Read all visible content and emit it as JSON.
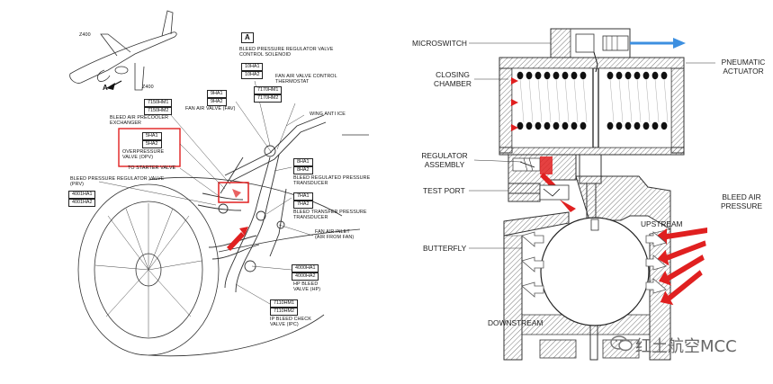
{
  "left_diagram": {
    "zone_labels": [
      "Z400",
      "Z400"
    ],
    "view_arrow": "A",
    "view_box": "A",
    "components": [
      {
        "id": "blrv_sol",
        "codes": [
          "10HA1",
          "10HA2"
        ],
        "name": "BLEED PRESSURE REGULATOR VALVE CONTROL SOLENOID"
      },
      {
        "id": "fav_thermo",
        "codes": [
          "7170HM1",
          "7170HM2"
        ],
        "name": "FAN AIR VALVE CONTROL THERMOSTAT"
      },
      {
        "id": "fav",
        "codes": [
          "9HA1",
          "9HA2"
        ],
        "name": "FAN AIR VALVE (FAV)"
      },
      {
        "id": "precooler",
        "codes": [
          "7150HM1",
          "7150HM2"
        ],
        "name": "BLEED AIR PRECOOLER EXCHANGER"
      },
      {
        "id": "opv",
        "codes": [
          "5HA1",
          "5HA2"
        ],
        "name": "OVERPRESSURE VALVE (OPV)"
      },
      {
        "id": "wing_anti_ice",
        "codes": [],
        "name": "WING ANTI ICE"
      },
      {
        "id": "to_starter",
        "codes": [],
        "name": "TO STARTER VALVE"
      },
      {
        "id": "reg_press_td",
        "codes": [
          "8HA1",
          "8HA2"
        ],
        "name": "BLEED REGULATED PRESSURE TRANSDUCER"
      },
      {
        "id": "prv",
        "codes": [
          "4001HA1",
          "4001HA2"
        ],
        "name": "BLEED PRESSURE REGULATOR VALVE (PRV)"
      },
      {
        "id": "xfer_td",
        "codes": [
          "7HA1",
          "7HA2"
        ],
        "name": "BLEED TRANSFER PRESSURE TRANSDUCER"
      },
      {
        "id": "fan_inlet",
        "codes": [],
        "name": "FAN AIR INLET (AIR FROM FAN)"
      },
      {
        "id": "hp_valve",
        "codes": [
          "4000HA1",
          "4000HA2"
        ],
        "name": "HP BLEED VALVE (HP)"
      },
      {
        "id": "ipc",
        "codes": [
          "7110HM1",
          "7110HM2"
        ],
        "name": "IP BLEED CHECK VALVE (IPC)"
      }
    ]
  },
  "right_diagram": {
    "labels": {
      "microswitch": "MICROSWITCH",
      "closing_chamber": "CLOSING CHAMBER",
      "regulator_assembly": "REGULATOR ASSEMBLY",
      "test_port": "TEST PORT",
      "butterfly": "BUTTERFLY",
      "downstream": "DOWNSTREAM",
      "pneumatic_actuator": "PNEUMATIC ACTUATOR",
      "bleed_air_pressure": "BLEED AIR PRESSURE",
      "upstream": "UPSTREAM"
    }
  },
  "watermark": "红土航空MCC",
  "colors": {
    "highlight": "#e02020",
    "flow_blue": "#3d8fe0",
    "line": "#333333",
    "hatch": "#555555"
  }
}
